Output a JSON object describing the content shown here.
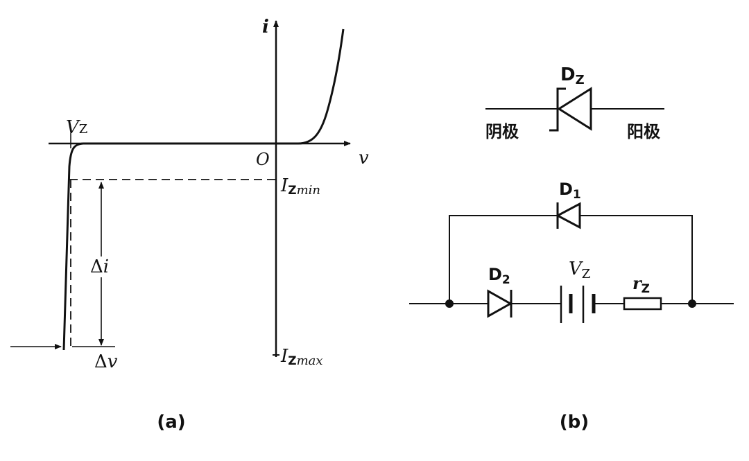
{
  "panel_a": {
    "axis_y_label": "i",
    "axis_x_label": "v",
    "origin_label": "O",
    "vz_label": {
      "main": "V",
      "sub": "Z"
    },
    "izmin_label": {
      "main": "I",
      "sub": "Z",
      "tail": "min"
    },
    "izmax_label": {
      "main": "I",
      "sub": "Z",
      "tail": "max"
    },
    "delta_i_label": {
      "delta": "Δ",
      "var": "i"
    },
    "delta_v_label": {
      "delta": "Δ",
      "var": "v"
    },
    "caption": "(a)"
  },
  "panel_b": {
    "symbol_label": {
      "main": "D",
      "sub": "Z"
    },
    "cathode_label": "阴极",
    "anode_label": "阳极",
    "d1_label": {
      "main": "D",
      "sub": "1"
    },
    "d2_label": {
      "main": "D",
      "sub": "2"
    },
    "vz_label": {
      "main": "V",
      "sub": "Z"
    },
    "rz_label": {
      "main": "r",
      "sub": "Z"
    },
    "caption": "(b)"
  }
}
